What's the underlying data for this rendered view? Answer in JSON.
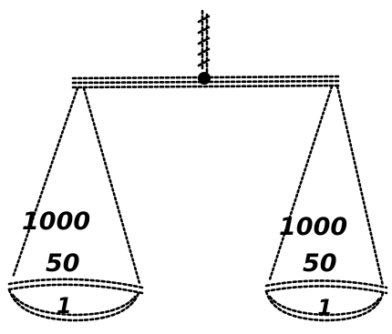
{
  "scale": {
    "left_pan": {
      "top_value": "1000",
      "middle_value": "50",
      "bottom_value": "1"
    },
    "right_pan": {
      "top_value": "1000",
      "middle_value": "50",
      "bottom_value": "1"
    }
  }
}
